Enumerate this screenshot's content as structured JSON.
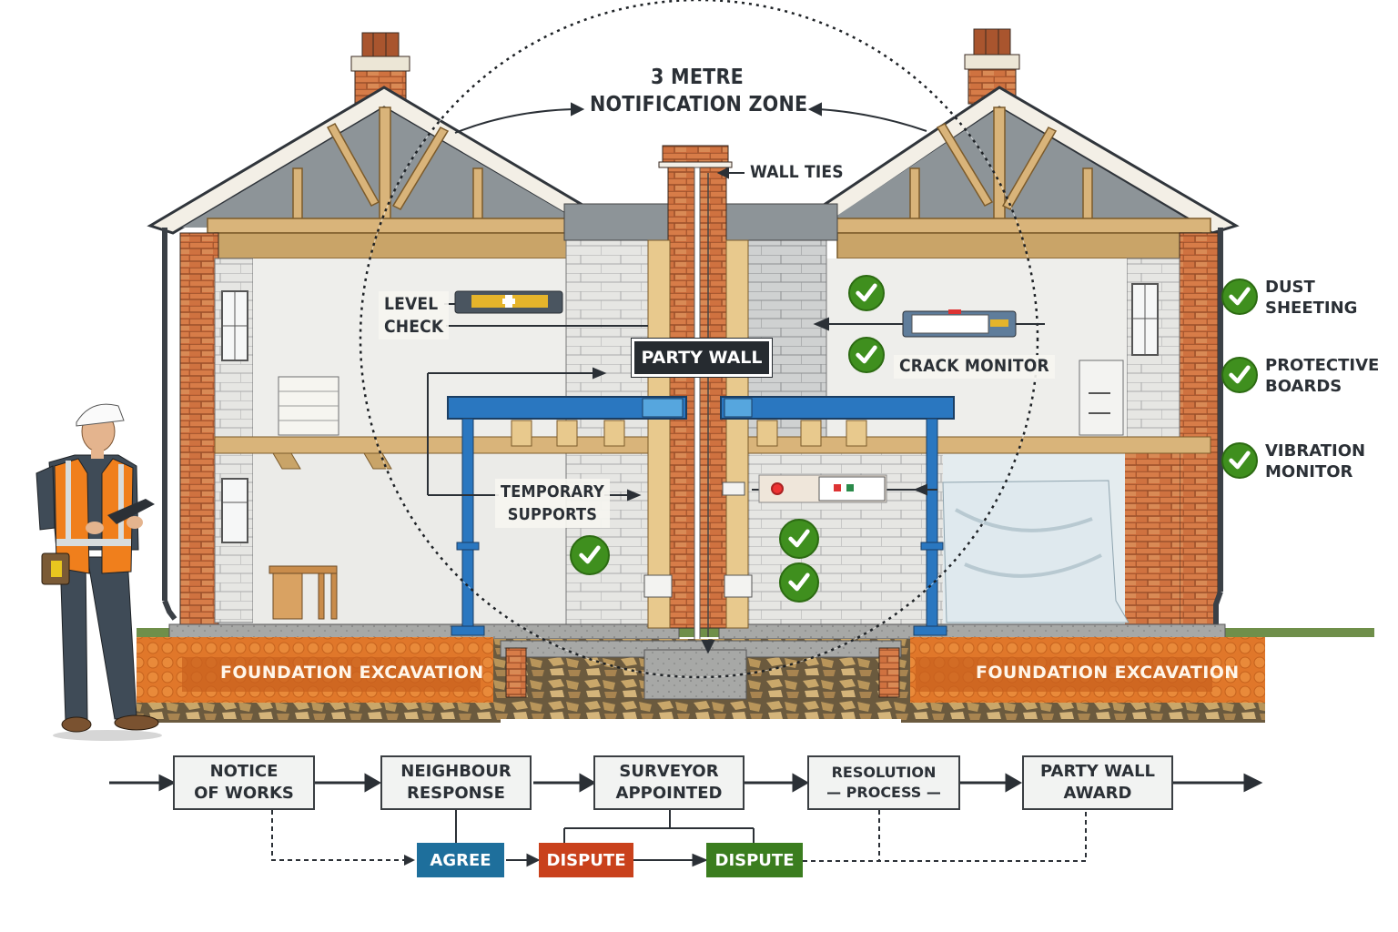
{
  "diagram": {
    "zone_label": {
      "line1": "3 METRE",
      "line2": "NOTIFICATION ZONE"
    },
    "callouts": {
      "wall_ties": "WALL TIES",
      "level_check": {
        "line1": "LEVEL",
        "line2": "CHECK"
      },
      "party_wall": "PARTY WALL",
      "crack_monitor": "CRACK MONITOR",
      "temporary_supports": {
        "line1": "TEMPORARY",
        "line2": "SUPPORTS"
      }
    },
    "excavation": {
      "left": "FOUNDATION EXCAVATION",
      "right": "FOUNDATION EXCAVATION"
    },
    "checklist": [
      {
        "line1": "DUST",
        "line2": "SHEETING",
        "status": "check"
      },
      {
        "line1": "PROTECTIVE",
        "line2": "BOARDS",
        "status": "check"
      },
      {
        "line1": "VIBRATION",
        "line2": "MONITOR",
        "status": "check"
      }
    ],
    "figure": {
      "role": "surveyor",
      "items": [
        "hard-hat",
        "hi-vis-vest",
        "clipboard",
        "tool-pouch"
      ]
    }
  },
  "process": {
    "steps": [
      {
        "line1": "NOTICE",
        "line2": "OF WORKS"
      },
      {
        "line1": "NEIGHBOUR",
        "line2": "RESPONSE"
      },
      {
        "line1": "SURVEYOR",
        "line2": "APPOINTED"
      },
      {
        "line1": "RESOLUTION",
        "line2": "— PROCESS —"
      },
      {
        "line1": "PARTY WALL",
        "line2": "AWARD"
      }
    ],
    "outcomes": [
      {
        "label": "AGREE",
        "color": "#1e6f9c"
      },
      {
        "label": "DISPUTE",
        "color": "#c9411c"
      },
      {
        "label": "DISPUTE",
        "color": "#3b7d1f"
      }
    ]
  },
  "colors": {
    "brick": "#c8693a",
    "timber": "#d9b47a",
    "steel_blue": "#2a77c0",
    "check_green": "#3f8f1e",
    "excavation_orange": "#e0772a",
    "dark_text": "#2b3036"
  }
}
